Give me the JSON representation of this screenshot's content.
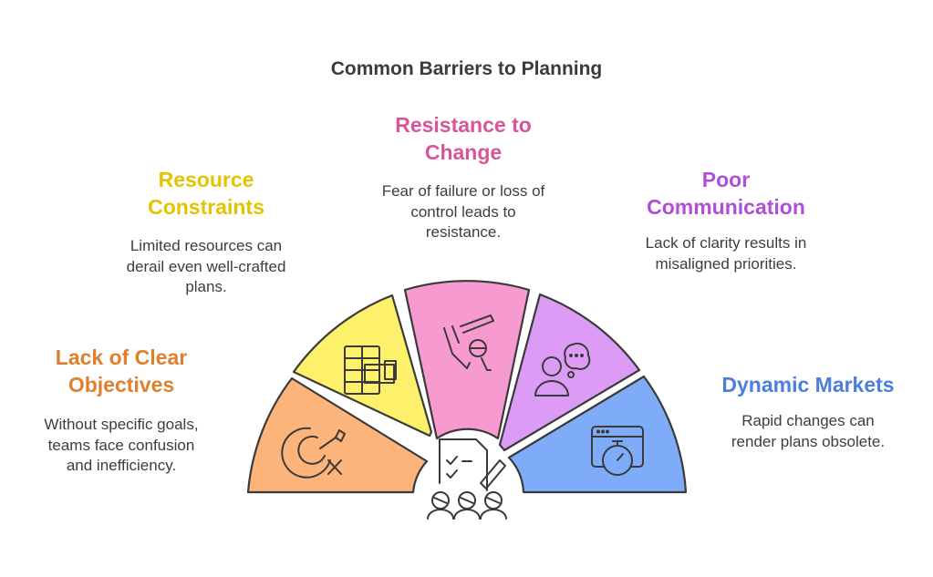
{
  "title": "Common Barriers to Planning",
  "colors": {
    "orange_text": "#e07f2e",
    "yellow_text": "#e3c400",
    "pink_text": "#d9559a",
    "purple_text": "#b04ed8",
    "blue_text": "#4a7fdb",
    "orange_fill": "#fdb47a",
    "yellow_fill": "#fdf06b",
    "pink_fill": "#f79ad0",
    "purple_fill": "#dc9cf6",
    "blue_fill": "#7facf9",
    "outline": "#3a3a3a"
  },
  "barriers": [
    {
      "heading": "Lack of Clear\nObjectives",
      "description": "Without specific goals,\nteams face confusion\nand inefficiency.",
      "icon": "target-dart-icon"
    },
    {
      "heading": "Resource\nConstraints",
      "description": "Limited resources can\nderail even well-crafted\nplans.",
      "icon": "storage-lockers-icon"
    },
    {
      "heading": "Resistance to\nChange",
      "description": "Fear of failure or loss of\ncontrol leads to\nresistance.",
      "icon": "blocking-hand-icon"
    },
    {
      "heading": "Poor\nCommunication",
      "description": "Lack of clarity results in\nmisaligned priorities.",
      "icon": "person-thought-bubble-icon"
    },
    {
      "heading": "Dynamic Markets",
      "description": "Rapid changes can\nrender plans obsolete.",
      "icon": "browser-stopwatch-icon"
    }
  ],
  "center_icon": "team-planning-checklist-icon"
}
